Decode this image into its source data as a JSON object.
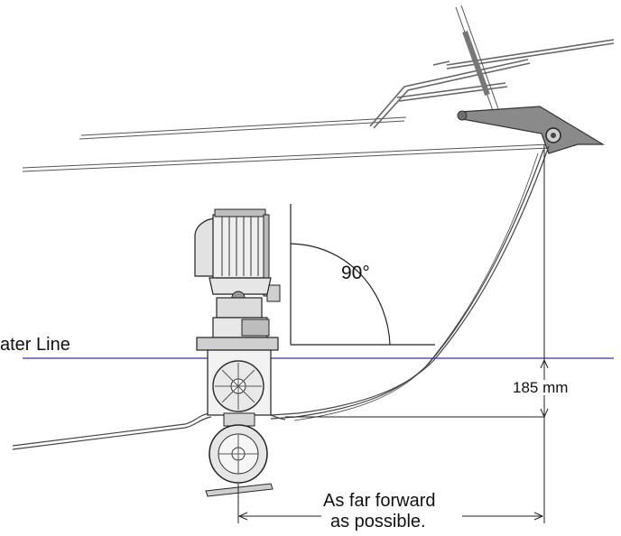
{
  "labels": {
    "water_line": "ater Line",
    "angle": "90°",
    "depth": "185 mm",
    "forward_line1": "As far forward",
    "forward_line2": "as possible."
  },
  "colors": {
    "water_line": "#2b33c9",
    "hull_stroke": "#444444",
    "dimension_stroke": "#222222",
    "thruster_fill": "#e6e6e6",
    "anchor_fill": "#8a8a8a"
  },
  "icons": {
    "anchor": "anchor-icon",
    "thruster": "bow-thruster-icon"
  }
}
